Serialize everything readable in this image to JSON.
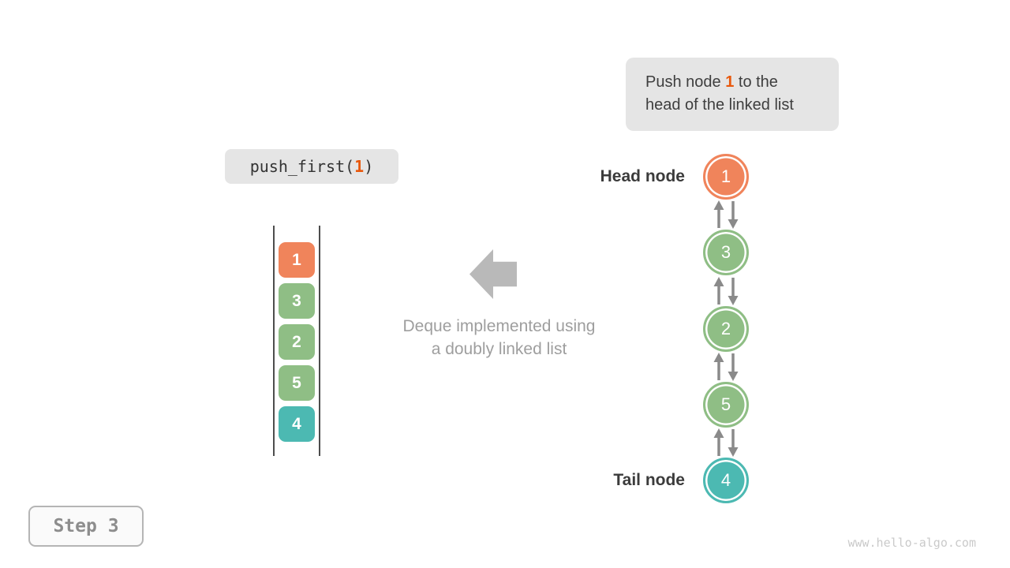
{
  "colors": {
    "orange": "#f0845b",
    "green": "#8fbe85",
    "teal": "#4cb9b2",
    "highlight": "#e8580c",
    "gray-arrow": "#b9b9b9",
    "gray-text": "#9e9e9e"
  },
  "callout": {
    "line1_prefix": "Push node ",
    "line1_highlight": "1",
    "line1_suffix": " to the",
    "line2": "head of the linked list"
  },
  "code_call": {
    "prefix": "push_first(",
    "arg": "1",
    "suffix": ")"
  },
  "deque": {
    "items": [
      {
        "value": "1",
        "color": "orange"
      },
      {
        "value": "3",
        "color": "green"
      },
      {
        "value": "2",
        "color": "green"
      },
      {
        "value": "5",
        "color": "green"
      },
      {
        "value": "4",
        "color": "teal"
      }
    ]
  },
  "caption": {
    "line1": "Deque implemented using",
    "line2": "a doubly linked list"
  },
  "linked_list": {
    "head_label": "Head node",
    "tail_label": "Tail node",
    "nodes": [
      {
        "value": "1",
        "color": "orange"
      },
      {
        "value": "3",
        "color": "green"
      },
      {
        "value": "2",
        "color": "green"
      },
      {
        "value": "5",
        "color": "green"
      },
      {
        "value": "4",
        "color": "teal"
      }
    ]
  },
  "step": {
    "label": "Step 3"
  },
  "watermark": "www.hello-algo.com"
}
